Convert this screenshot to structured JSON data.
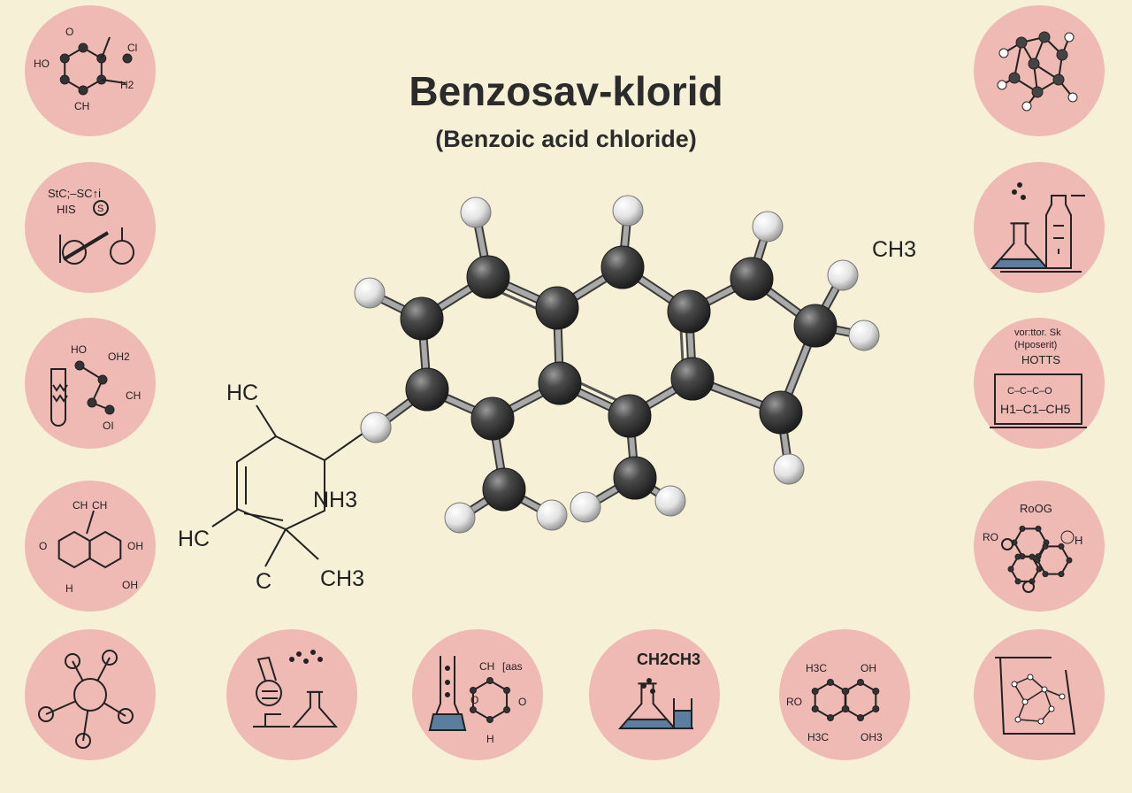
{
  "header": {
    "title": "Benzosav-klorid",
    "subtitle": "(Benzoic acid chloride)"
  },
  "side_structure": {
    "labels": [
      "HC",
      "NH3",
      "HC",
      "C",
      "CH3"
    ]
  },
  "main_structure": {
    "labels": [
      "CH3"
    ]
  },
  "icons": [
    {
      "name": "hexagon-molecule-icon",
      "labels": [
        "HO",
        "O",
        "Cl",
        "CH",
        "H2"
      ]
    },
    {
      "name": "sulfur-glassware-icon",
      "labels": [
        "StC;–SC↑i",
        "HIS",
        "S"
      ]
    },
    {
      "name": "test-tube-chain-icon",
      "labels": [
        "HO",
        "OH2",
        "CH",
        "OI"
      ]
    },
    {
      "name": "naphthalene-icon",
      "labels": [
        "CH",
        "CH",
        "O",
        "OH",
        "H",
        "OH"
      ]
    },
    {
      "name": "molecule-model-icon",
      "labels": []
    },
    {
      "name": "microscope-flask-icon",
      "labels": []
    },
    {
      "name": "flask-ring-icon",
      "labels": [
        "CH",
        "[aas",
        "O",
        "O",
        "H"
      ]
    },
    {
      "name": "flasks-icon",
      "labels": [
        "CH2CH3"
      ]
    },
    {
      "name": "fused-rings-icon",
      "labels": [
        "H3C",
        "OH",
        "RO",
        "H3C",
        "OH3"
      ]
    },
    {
      "name": "beaker-network-icon",
      "labels": []
    },
    {
      "name": "ball-molecule-icon",
      "labels": []
    },
    {
      "name": "flask-bottle-icon",
      "labels": []
    },
    {
      "name": "formula-board-icon",
      "labels": [
        "vor:ttor. Sk",
        "(Hposerit)",
        "HOTTS",
        "C–C–C–O",
        "H1–C1–CH5"
      ]
    },
    {
      "name": "ring-cluster-icon",
      "labels": [
        "RoOG",
        "RO",
        "H"
      ]
    }
  ],
  "colors": {
    "background": "#f6f1d6",
    "circle": "#efb9b4",
    "atom_dark": "#3d3d3d",
    "atom_light": "#e8e8e8",
    "bond": "#8a8a8a",
    "ink": "#222222"
  }
}
